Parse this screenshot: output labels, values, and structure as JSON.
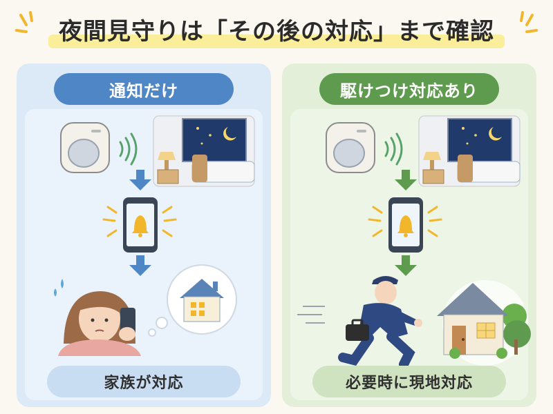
{
  "title": "夜間見守りは「その後の対応」まで確認",
  "left_panel": {
    "header": "通知だけ",
    "footer": "家族が対応"
  },
  "right_panel": {
    "header": "駆けつけ対応あり",
    "footer": "必要時に現地対応"
  },
  "colors": {
    "left_accent": "#4f86c6",
    "right_accent": "#5e9b4f",
    "title_highlight": "#fbee9a",
    "alert_yellow": "#f2b62b"
  },
  "icons": {
    "sensor": "motion-sensor-icon",
    "signal": "signal-waves-icon",
    "bedroom": "night-bedroom-icon",
    "phone_alert": "smartphone-bell-icon",
    "family_member": "woman-with-phone-icon",
    "home_thought": "house-thought-bubble-icon",
    "guard": "running-security-guard-icon",
    "house": "lit-house-icon"
  }
}
